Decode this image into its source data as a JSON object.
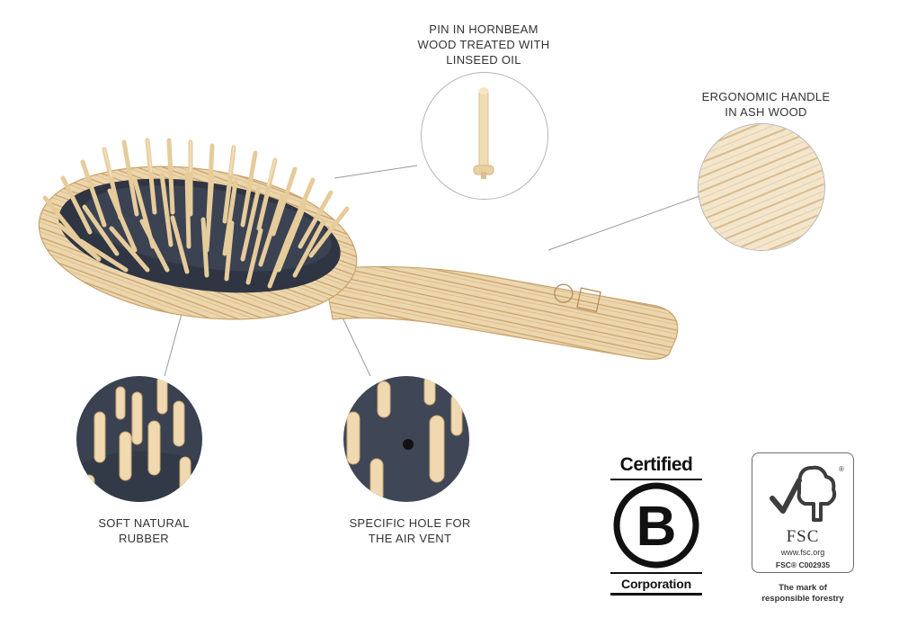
{
  "features": {
    "pin": "PIN IN HORNBEAM\nWOOD TREATED WITH\nLINSEED OIL",
    "handle": "ERGONOMIC HANDLE\nIN ASH WOOD",
    "rubber": "SOFT NATURAL\nRUBBER",
    "vent": "SPECIFIC HOLE FOR\nTHE AIR VENT"
  },
  "bcorp": {
    "top": "Certified",
    "letter": "B",
    "bottom": "Corporation"
  },
  "fsc": {
    "name": "FSC",
    "url": "www.fsc.org",
    "code": "FSC® C002935",
    "tagline": "The mark of\nresponsible forestry"
  },
  "colors": {
    "wood": "#e9d2a9",
    "wood_grain": "#c49a62",
    "rubber": "#2f3542",
    "pin": "#f1dcb4",
    "leader": "#9a9a9a"
  }
}
